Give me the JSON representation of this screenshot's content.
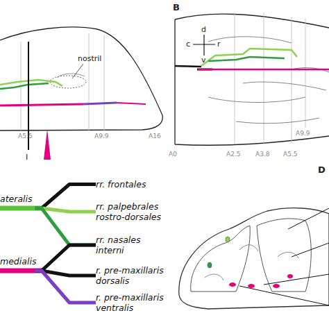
{
  "diagram": {
    "nodes": [
      {
        "text": [
          "ateralis"
        ]
      },
      {
        "text": [
          "rr. frontales"
        ]
      },
      {
        "text": [
          "rr. palpebrales rostro-dorsales"
        ]
      },
      {
        "text": [
          "rr. nasales interni"
        ]
      },
      {
        "text": [
          "medialis"
        ]
      },
      {
        "text": [
          "r. pre-maxillaris dorsalis"
        ]
      },
      {
        "text": [
          "r. pre-maxillaris ventralis"
        ]
      }
    ],
    "edges": [
      {
        "from": 0,
        "to": 1,
        "arrow": "none"
      },
      {
        "from": 0,
        "to": 2,
        "arrow": "none"
      },
      {
        "from": 0,
        "to": 3,
        "arrow": "none"
      },
      {
        "from": 4,
        "to": 3,
        "arrow": "none"
      },
      {
        "from": 4,
        "to": 5,
        "arrow": "none"
      },
      {
        "from": 4,
        "to": 6,
        "arrow": "none"
      }
    ],
    "labels": [
      "nostril",
      "d",
      "c",
      "r",
      "v",
      "I",
      "A5.5",
      "A9.9",
      "A16",
      "B",
      "A0",
      "A2.5",
      "A3.8",
      "A5.5",
      "A9.9",
      "D"
    ]
  }
}
